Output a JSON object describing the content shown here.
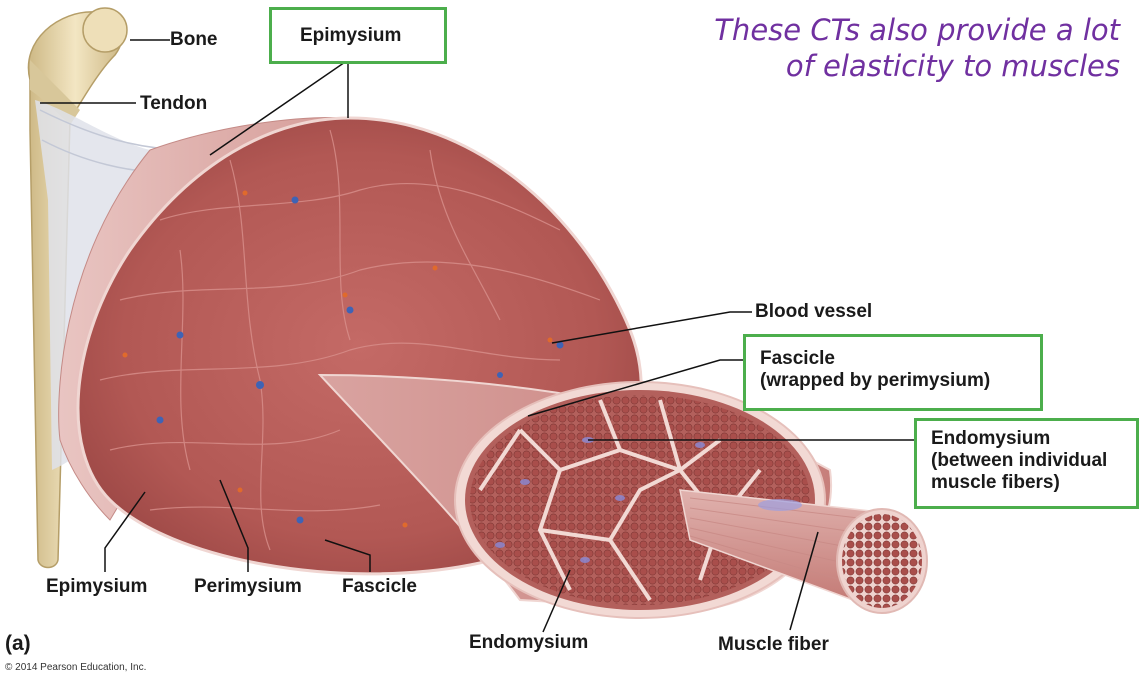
{
  "note": {
    "line1": "These CTs also provide a lot",
    "line2": "of elasticity to muscles"
  },
  "labels": {
    "bone": "Bone",
    "tendon": "Tendon",
    "epimysium_top": "Epimysium",
    "blood_vessel": "Blood vessel",
    "fascicle_boxed_line1": "Fascicle",
    "fascicle_boxed_line2": "(wrapped by perimysium)",
    "endomysium_boxed_line1": "Endomysium",
    "endomysium_boxed_line2": "(between individual",
    "endomysium_boxed_line3": "muscle fibers)",
    "epimysium_bottom": "Epimysium",
    "perimysium": "Perimysium",
    "fascicle_bottom": "Fascicle",
    "endomysium_bottom": "Endomysium",
    "muscle_fiber": "Muscle fiber",
    "panel": "(a)"
  },
  "copyright": "© 2014 Pearson Education, Inc.",
  "colors": {
    "highlight_box": "#4cae4c",
    "note_text": "#7030a0",
    "muscle": "#b85a58",
    "muscle_dark": "#8e3a3a",
    "bone": "#e8d7a8",
    "tendon": "#d9dde6"
  }
}
